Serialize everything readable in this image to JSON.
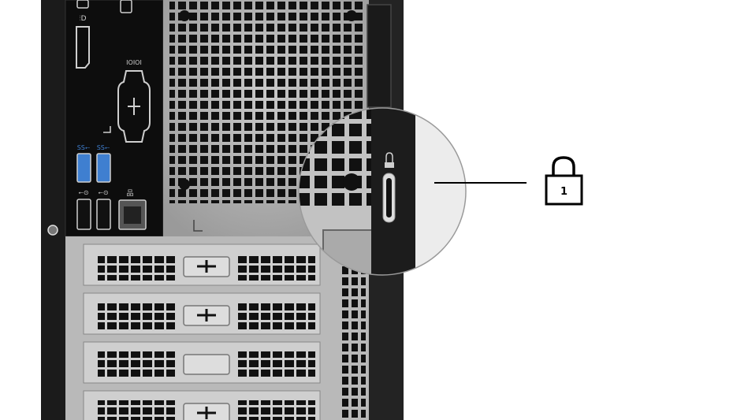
{
  "figure": {
    "callouts": [
      {
        "number": "1",
        "icon": "padlock-icon",
        "target": "security-cable-slot"
      }
    ],
    "port_labels": {
      "displayport_top": "⫶D",
      "serial": "IOIOI",
      "usb3_a": "SS⭠",
      "usb3_b": "SS⭠",
      "usb2_a": "⭠⊙",
      "usb2_b": "⭠⊙",
      "network": "品"
    },
    "colors": {
      "chassis": "#1b1b1b",
      "io_plate": "#0d0d0d",
      "metal": "#a9a9a9",
      "usb3_accent": "#3f7fd0",
      "callout_line": "#000000",
      "background": "#ffffff"
    }
  }
}
